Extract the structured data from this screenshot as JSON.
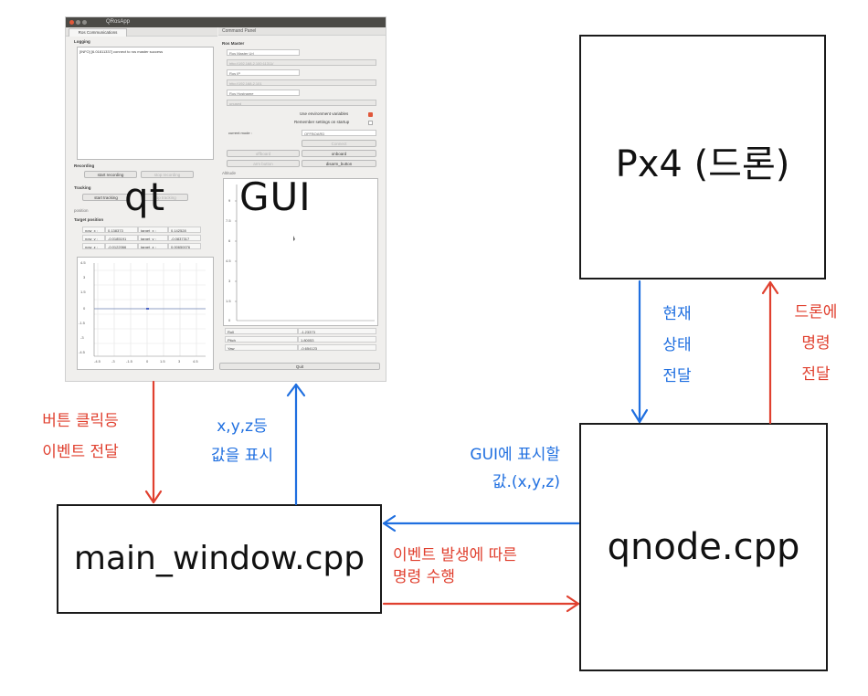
{
  "colors": {
    "blue": "#1f6fe0",
    "red": "#e0402f",
    "ink": "#1a1a1a"
  },
  "screenshot": {
    "app_title": "QRosApp",
    "tab": "Ros Communications",
    "command_panel_title": "Command Panel",
    "logging_title": "Logging",
    "log_line": "[INFO] [6.01811337] connect to ros master success",
    "recording_title": "Recording",
    "start_recording": "start recording",
    "stop_recording": "stop recording",
    "tracking_title": "Tracking",
    "start_tracking": "start tracking",
    "stop_tracking": "stop tracking",
    "position_label": "position",
    "target_position_title": "Target position",
    "pos_rows": [
      [
        "now_x :",
        "0.138373",
        "target_x :",
        "0.142528"
      ],
      [
        "now_y :",
        "-0.0185191",
        "target_y :",
        "-0.0837317"
      ],
      [
        "now_z :",
        "-0.0122066",
        "target_z :",
        "0.00650076"
      ]
    ],
    "plot_ticks": [
      "4.5",
      "3",
      "1.5",
      "0",
      "-1.5",
      "-3",
      "-4.5"
    ],
    "ros_master_title": "Ros Master",
    "ros_master_url_label": "Ros Master Url",
    "ros_master_url_value": "http://192.168.2.100:11311/",
    "ros_ip_label": "Ros IP",
    "ros_ip_value": "http://192.168.2.101",
    "ros_hostname_label": "Ros Hostname",
    "ros_hostname_value": "unused",
    "use_env": "Use environment variables",
    "remember": "Remember settings on startup",
    "current_mode_label": "current mode :",
    "current_mode_value": "OFFBOARD",
    "connect_btn": "Connect",
    "offboard_btn": "offboard",
    "onboard_btn": "onboard",
    "arm_btn": "arm button",
    "disarm_btn": "disarm_button",
    "attitude_title": "Altitude",
    "alt_ticks": [
      "9",
      "7.5",
      "6",
      "4.5",
      "3",
      "1.5",
      "0"
    ],
    "rpy_rows": [
      [
        "Roll",
        "-1.23373"
      ],
      [
        "Pitch",
        "1.80053"
      ],
      [
        "Yaw",
        "-0.654123"
      ]
    ],
    "quit_btn": "Quit",
    "overlay_qt": "qt",
    "overlay_gui": "GUI"
  },
  "nodes": {
    "px4": "Px4 (드론)",
    "main_window": "main_window.cpp",
    "qnode": "qnode.cpp"
  },
  "annotations": {
    "current_state_lines": [
      "현재",
      "상태",
      "전달"
    ],
    "drone_cmd_lines": [
      "드론에",
      "명령",
      "전달"
    ],
    "button_click_lines": [
      "버튼 클릭등",
      "이벤트 전달"
    ],
    "xyz_display_lines": [
      "x,y,z등",
      "값을 표시"
    ],
    "gui_display_lines": [
      "GUI에 표시할",
      "값.(x,y,z)"
    ],
    "event_cmd_lines": [
      "이벤트 발생에 따른",
      "명령  수행"
    ]
  }
}
